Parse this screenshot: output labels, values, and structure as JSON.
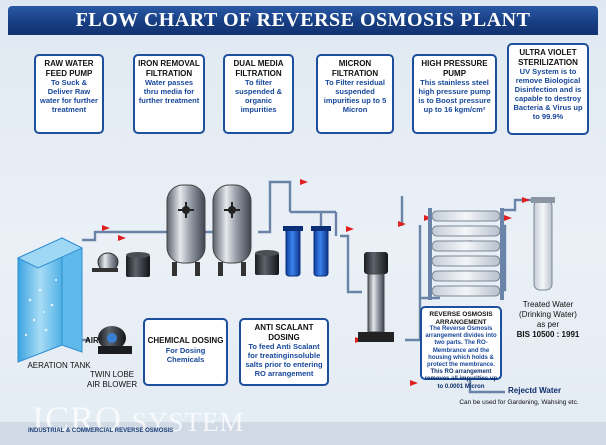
{
  "title": "FLOW CHART OF REVERSE OSMOSIS PLANT",
  "boxes": {
    "raw_water": {
      "heading": "RAW WATER FEED PUMP",
      "body": "To Suck & Deliver Raw water for further treatment"
    },
    "iron_removal": {
      "heading": "IRON REMOVAL FILTRATION",
      "body": "Water passes thru media for further treatment"
    },
    "dual_media": {
      "heading": "DUAL MEDIA FILTRATION",
      "body": "To filter suspended & organic impurities"
    },
    "micron": {
      "heading": "MICRON FILTRATION",
      "body": "To Filter residual suspended impurities up to 5 Micron"
    },
    "high_pressure": {
      "heading": "HIGH PRESSURE PUMP",
      "body": "This stainless steel high pressure pump is to Boost pressure up to 16 kgm/cm²"
    },
    "uv": {
      "heading": "ULTRA VIOLET STERILIZATION",
      "body": "UV System is to remove Biological Disinfection and is capable to destroy Bacteria & Virus up to 99.9%"
    },
    "chemical": {
      "heading": "CHEMICAL DOSING",
      "body": "For Dosing Chemicals"
    },
    "anti_scalant": {
      "heading": "ANTI SCALANT DOSING",
      "body": "To feed Anti Scalant for treatinginsoluble salts prior to entering RO arrangement"
    },
    "ro": {
      "heading": "REVERSE OSMOSIS ARRANGEMENT",
      "body": "The Reverse Osmosis arrangement divides into two parts. The RO-Membrance and the housing which holds & protect the membrance.",
      "strong": "This RO arrangement removes all impurities up to 0.0001 Micron"
    }
  },
  "labels": {
    "aeration_tank": "AERATION TANK",
    "air": "AIR",
    "blower": "TWIN LOBE\nAIR BLOWER",
    "treated_water": "Treated Water\n(Drinking Water)\nas per",
    "bis": "BIS 10500 : 1991",
    "reject_water": "Rejectd Water",
    "reject_note": "Can be used for Gardening, Wahsing etc."
  },
  "brand": {
    "logo": "ICRO",
    "system": "SYSTEM",
    "subtitle": "INDUSTRIAL & COMMERCIAL REVERSE OSMOSIS"
  },
  "colors": {
    "title_bar": "#173e82",
    "box_border": "#1d4f9c",
    "box_text": "#17479a",
    "pipe": "#6a83a8",
    "arrow": "#e02020",
    "filter_blue": "#1f5fd0",
    "tank": "#7ec7ef"
  }
}
